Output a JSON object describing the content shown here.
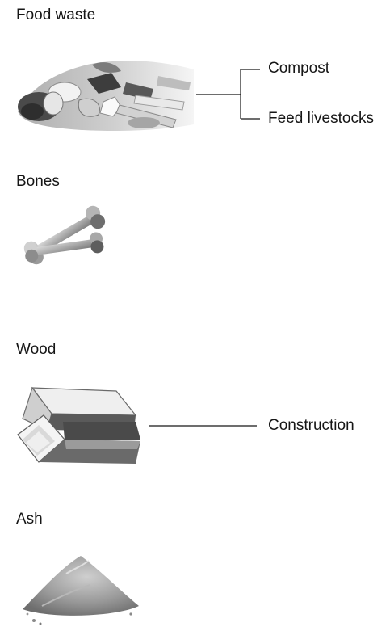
{
  "items": [
    {
      "name": "Food waste",
      "uses": [
        "Compost",
        "Feed livestocks"
      ],
      "image": "food-waste-pile"
    },
    {
      "name": "Bones",
      "uses": [],
      "image": "bones"
    },
    {
      "name": "Wood",
      "uses": [
        "Construction"
      ],
      "image": "firewood-logs"
    },
    {
      "name": "Ash",
      "uses": [],
      "image": "ash-pile"
    }
  ],
  "colors": {
    "text": "#161616",
    "line": "#161616",
    "image_dark": "#3a3a3a",
    "image_mid": "#8a8a8a",
    "image_light": "#d9d9d9"
  }
}
